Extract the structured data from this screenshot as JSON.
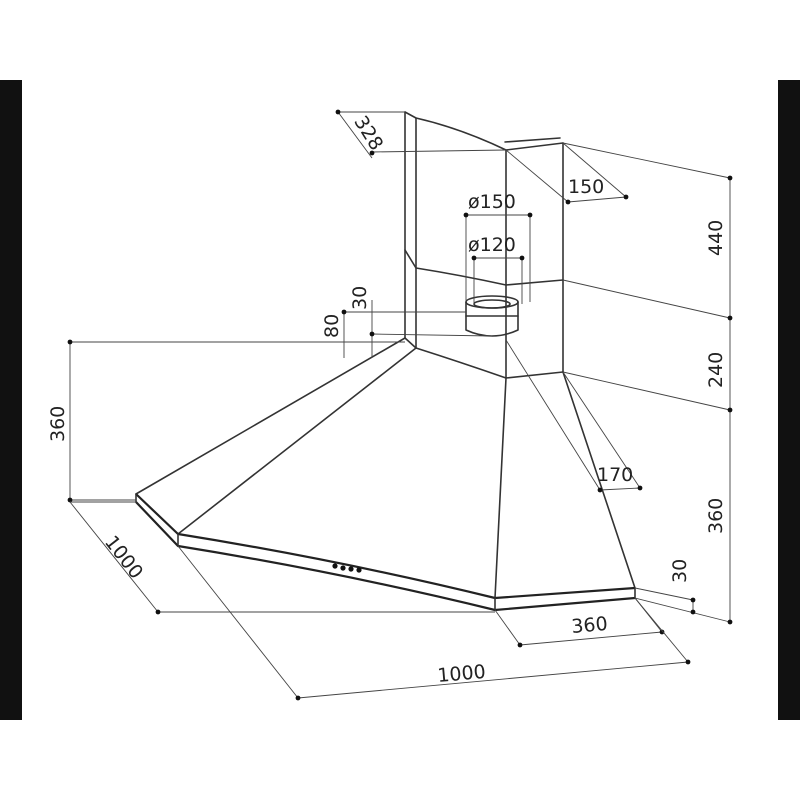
{
  "diagram": {
    "subject": "chimney-hood-technical-drawing",
    "colors": {
      "line": "#333333",
      "text": "#222222",
      "frame_bars": "#111111",
      "background": "#ffffff"
    },
    "dimensions": {
      "chimney_depth": "328",
      "chimney_front_width": "150",
      "outlet_outer_diameter": "ø150",
      "outlet_inner_diameter": "ø120",
      "collar_height": "80",
      "collar_offset": "30",
      "chimney_upper_height": "440",
      "chimney_lower_height": "240",
      "canopy_height_left": "360",
      "canopy_height_right": "360",
      "canopy_front_slope": "170",
      "base_thickness": "30",
      "front_panel_width": "360",
      "left_side_length": "1000",
      "front_length": "1000"
    }
  }
}
